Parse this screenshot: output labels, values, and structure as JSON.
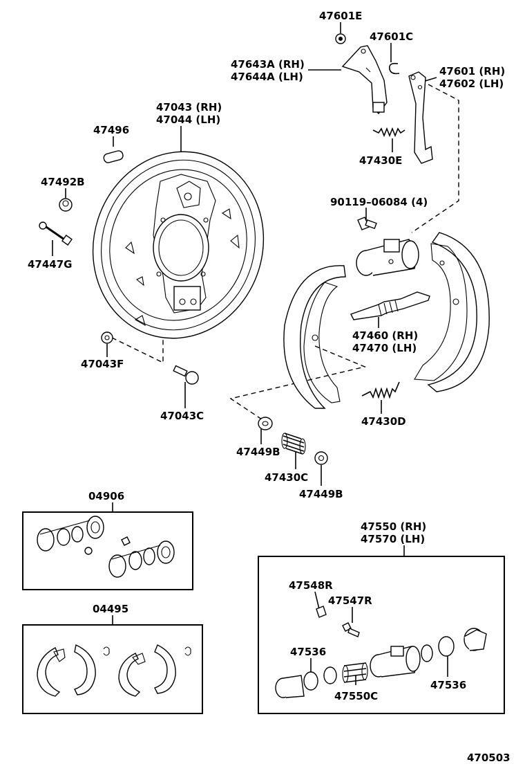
{
  "labels": {
    "p47601E": "47601E",
    "p47601C": "47601C",
    "p47643A": "47643A (RH)",
    "p47644A": "47644A (LH)",
    "p47601": "47601 (RH)",
    "p47602": "47602 (LH)",
    "p47043": "47043 (RH)",
    "p47044": "47044 (LH)",
    "p47496": "47496",
    "p47492B": "47492B",
    "p47447G": "47447G",
    "p47430E": "47430E",
    "p90119": "90119–06084 (4)",
    "p47460": "47460 (RH)",
    "p47470": "47470 (LH)",
    "p47043F": "47043F",
    "p47043C": "47043C",
    "p47430D": "47430D",
    "p47449B_a": "47449B",
    "p47430C": "47430C",
    "p47449B_b": "47449B",
    "p04906": "04906",
    "p04495": "04495",
    "p47550": "47550 (RH)",
    "p47570": "47570 (LH)",
    "p47548R": "47548R",
    "p47547R": "47547R",
    "p47536_a": "47536",
    "p47550C": "47550C",
    "p47536_b": "47536",
    "diagram_id": "470503"
  }
}
